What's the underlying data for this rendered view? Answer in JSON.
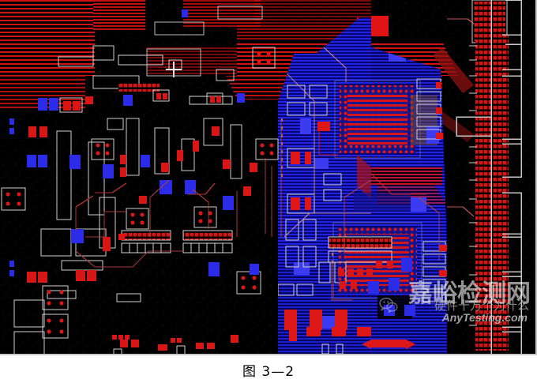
{
  "figure": {
    "caption": "图 3—2",
    "alt_name": "pcb-layout-screenshot"
  },
  "watermark": {
    "brand_cn": "嘉峪检测网",
    "account_cn": "硬件十万个为什么",
    "site": "AnyTesting.com",
    "wechat_icon": "wechat-icon"
  },
  "pcb": {
    "title": "PCB layout view",
    "background": "#000000",
    "colors": {
      "top_layer_red": "#e01010",
      "bottom_layer_blue": "#1a1ad8",
      "plane_blue_dark": "#0a0a9e",
      "silkscreen_white": "#d8d8d8",
      "pad_red": "#d01414",
      "pad_blue": "#2222e0",
      "board_outline": "#b9b9b9",
      "board_black": "#000000"
    },
    "regions": [
      {
        "name": "top-routing-bundle",
        "description": "Dense red horizontal trace bundles across the top of the board"
      },
      {
        "name": "left-component-field",
        "description": "Discrete SMD footprints, resistor/capacitor pads and connector headers"
      },
      {
        "name": "blue-plane-polygon",
        "description": "Large chamfered blue ground/power plane region on the right half with hatched fill"
      },
      {
        "name": "bga-footprint-upper",
        "description": "Upper BGA device footprint with red fanout traces inside blue plane"
      },
      {
        "name": "bga-footprint-lower",
        "description": "Lower BGA device footprint with red fanout traces inside blue plane"
      },
      {
        "name": "right-connector-stack",
        "description": "Column of red pad-grid connector arrays along the right board edge"
      },
      {
        "name": "board-outline",
        "description": "White mechanical board outline along right edge"
      }
    ]
  }
}
